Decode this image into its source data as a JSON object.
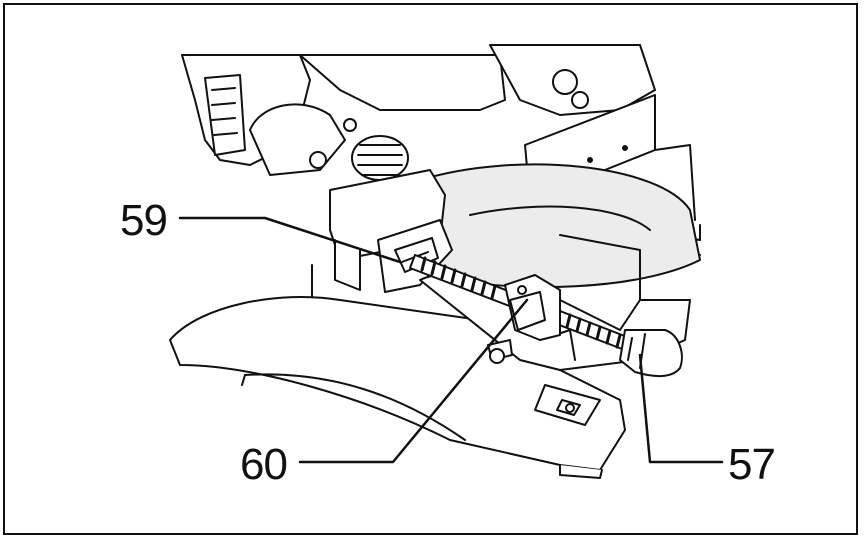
{
  "callouts": [
    {
      "id": "59",
      "label": "59"
    },
    {
      "id": "60",
      "label": "60"
    },
    {
      "id": "57",
      "label": "57"
    }
  ],
  "colors": {
    "line": "#111111",
    "fill": "#ffffff",
    "shade": "#e6e6e6"
  }
}
